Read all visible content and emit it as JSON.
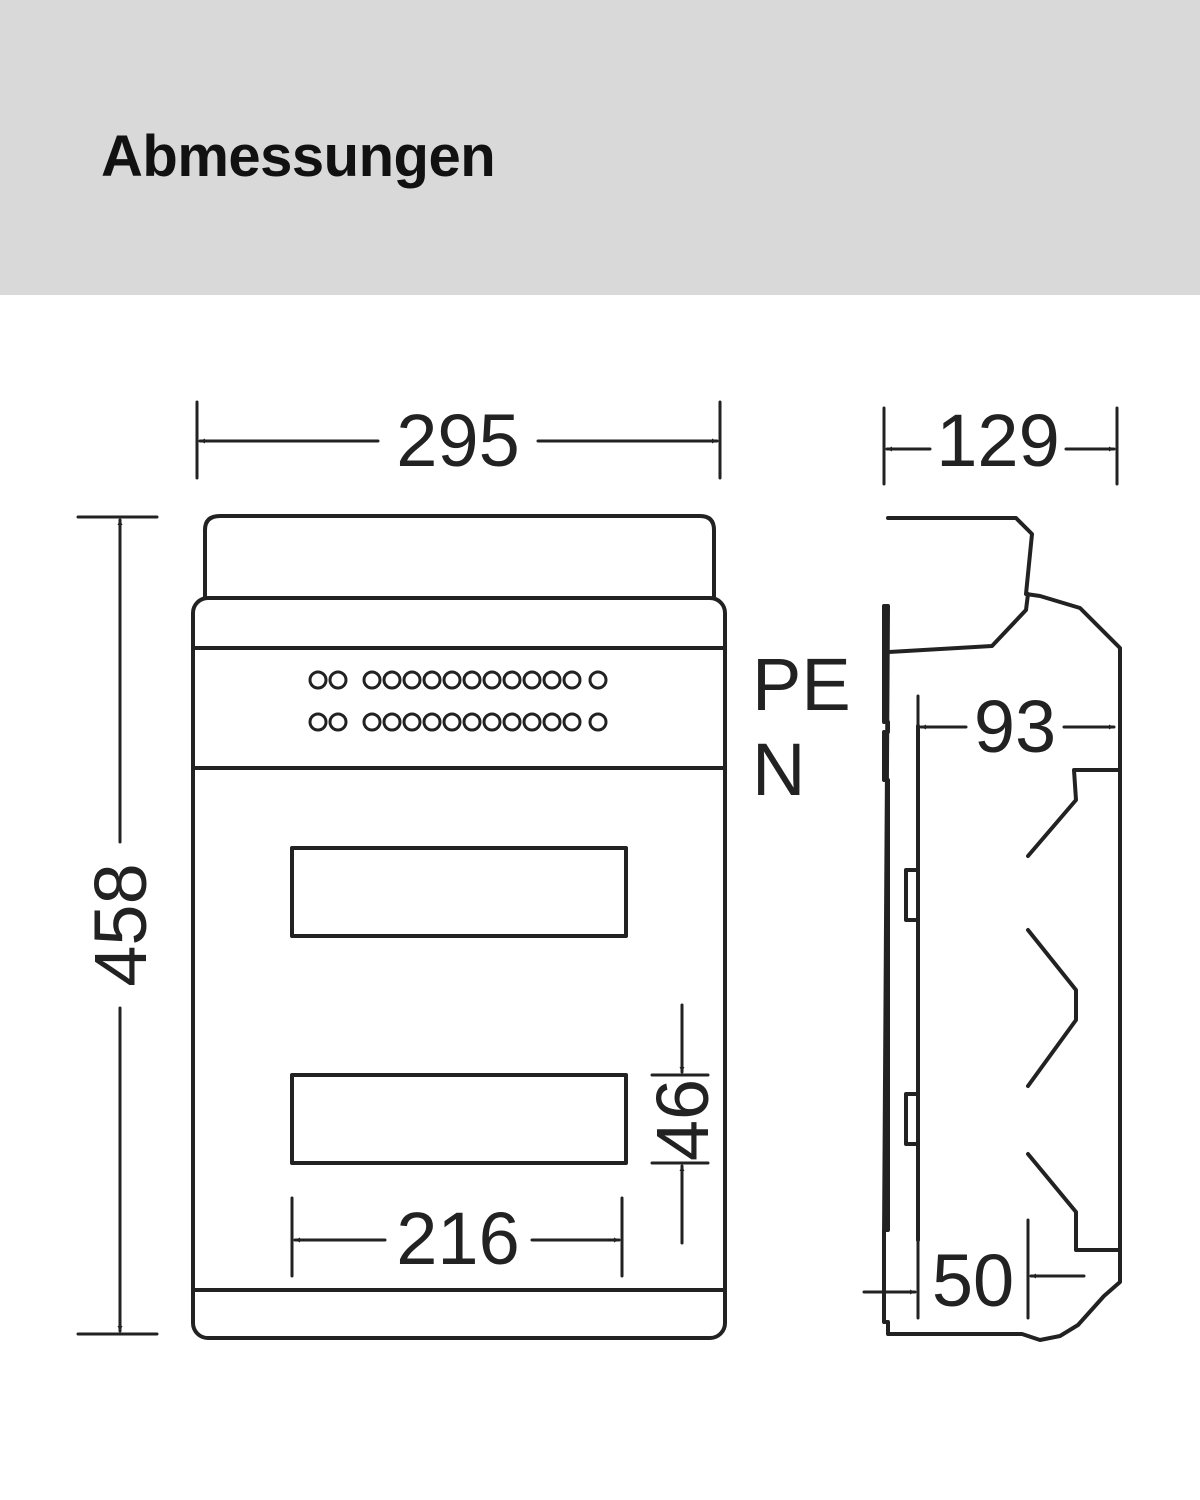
{
  "header": {
    "title": "Abmessungen"
  },
  "dimensions": {
    "width": "295",
    "height": "458",
    "depth": "129",
    "inner_depth": "93",
    "rail_offset": "50",
    "window_width": "216",
    "window_height": "46"
  },
  "labels": {
    "pe": "PE",
    "n": "N"
  },
  "colors": {
    "header_bg": "#d9d9d9",
    "line": "#222222",
    "title": "#111111"
  }
}
